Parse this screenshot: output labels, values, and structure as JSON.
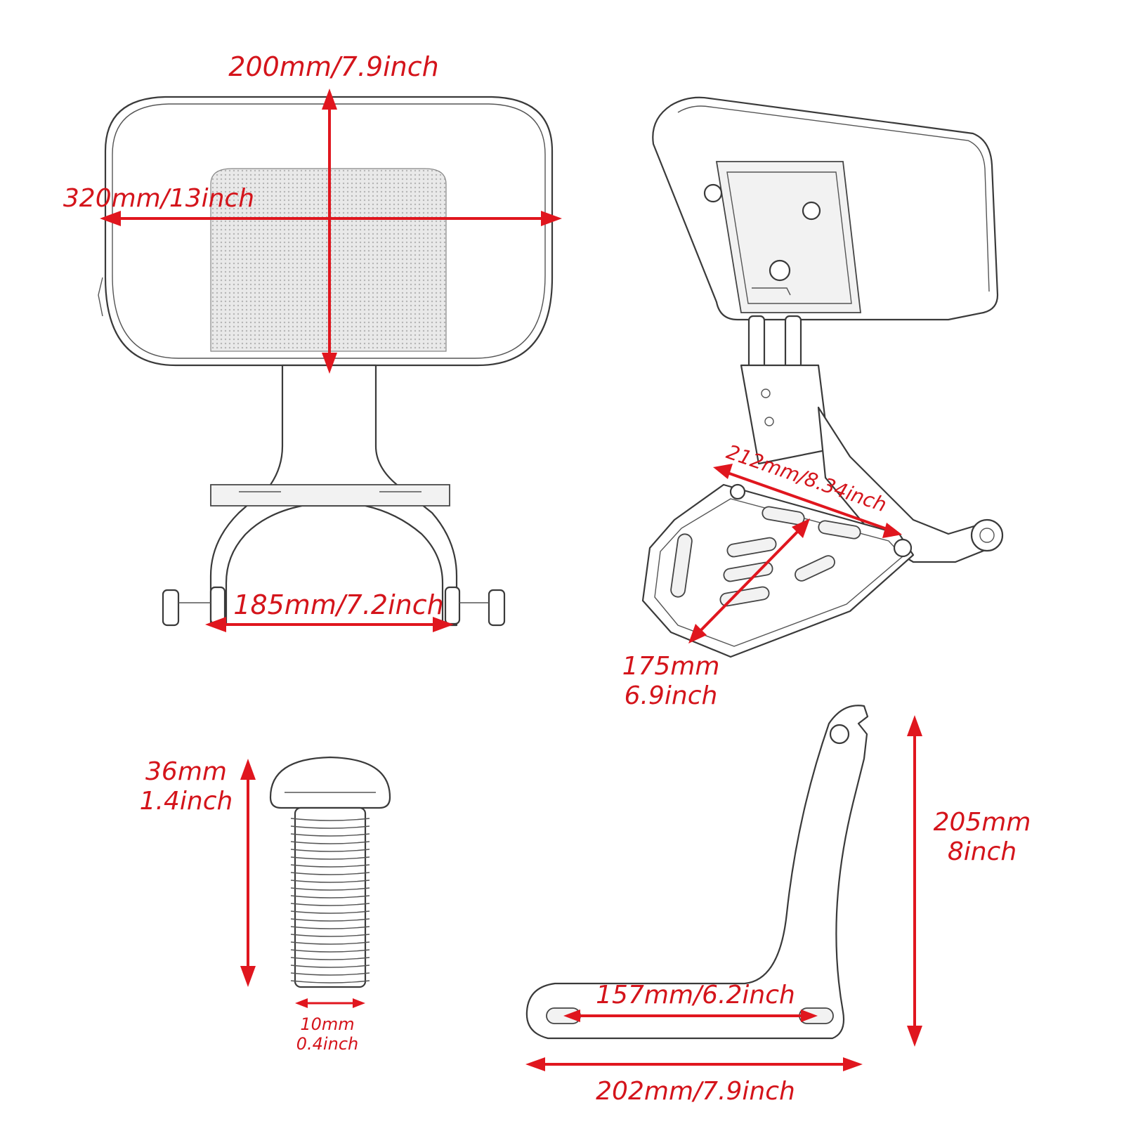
{
  "dimensions": {
    "backrest_height": "200mm/7.9inch",
    "backrest_width": "320mm/13inch",
    "upright_gap": "185mm/7.2inch",
    "luggage_rack_width": "212mm/8.34inch",
    "luggage_rack_depth_mm": "175mm",
    "luggage_rack_depth_in": "6.9inch",
    "bolt_length_mm": "36mm",
    "bolt_length_in": "1.4inch",
    "bolt_diameter_mm": "10mm",
    "bolt_diameter_in": "0.4inch",
    "bracket_height_mm": "205mm",
    "bracket_height_in": "8inch",
    "bracket_slot_span": "157mm/6.2inch",
    "bracket_base_width": "202mm/7.9inch"
  },
  "colors": {
    "dimension": "#e0161e",
    "outline": "#3a3a3a",
    "background": "#ffffff"
  }
}
